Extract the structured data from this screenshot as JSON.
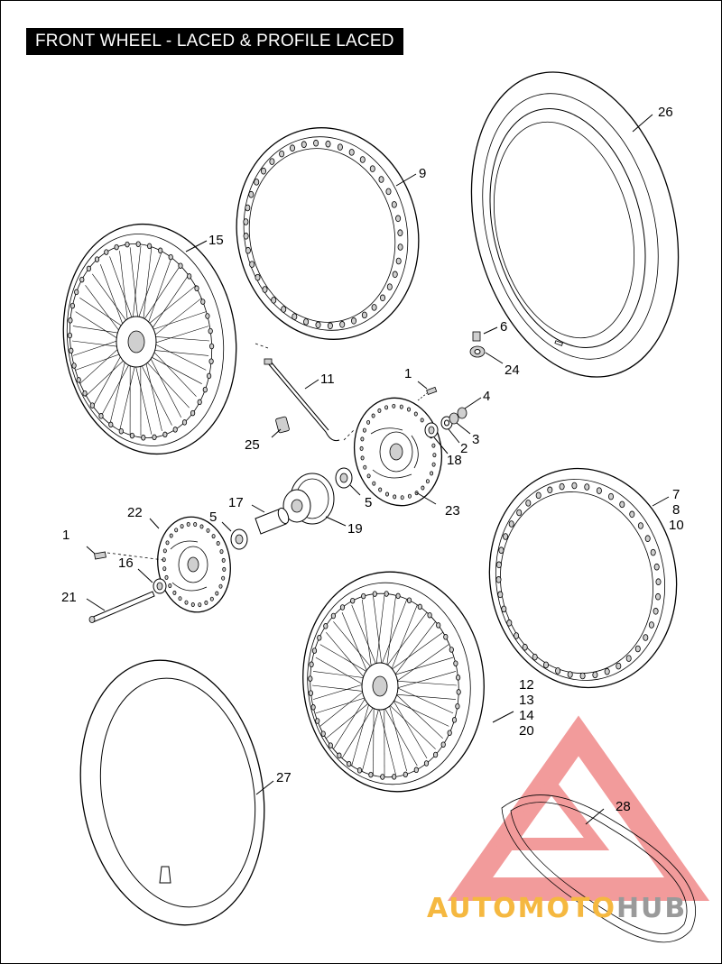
{
  "title": "FRONT WHEEL - LACED & PROFILE LACED",
  "labels": [
    {
      "id": "26",
      "text": "26"
    },
    {
      "id": "9",
      "text": "9"
    },
    {
      "id": "15",
      "text": "15"
    },
    {
      "id": "6",
      "text": "6"
    },
    {
      "id": "24",
      "text": "24"
    },
    {
      "id": "11",
      "text": "11"
    },
    {
      "id": "1a",
      "text": "1"
    },
    {
      "id": "4",
      "text": "4"
    },
    {
      "id": "3",
      "text": "3"
    },
    {
      "id": "2",
      "text": "2"
    },
    {
      "id": "18",
      "text": "18"
    },
    {
      "id": "25",
      "text": "25"
    },
    {
      "id": "5a",
      "text": "5"
    },
    {
      "id": "23",
      "text": "23"
    },
    {
      "id": "17",
      "text": "17"
    },
    {
      "id": "19",
      "text": "19"
    },
    {
      "id": "22",
      "text": "22"
    },
    {
      "id": "5b",
      "text": "5"
    },
    {
      "id": "7",
      "text": "7"
    },
    {
      "id": "8",
      "text": "8"
    },
    {
      "id": "10",
      "text": "10"
    },
    {
      "id": "1b",
      "text": "1"
    },
    {
      "id": "16",
      "text": "16"
    },
    {
      "id": "21",
      "text": "21"
    },
    {
      "id": "12",
      "text": "12"
    },
    {
      "id": "13",
      "text": "13"
    },
    {
      "id": "14",
      "text": "14"
    },
    {
      "id": "20",
      "text": "20"
    },
    {
      "id": "27",
      "text": "27"
    },
    {
      "id": "28",
      "text": "28"
    }
  ],
  "watermark": {
    "part1": "AUTOMOTO",
    "part2": "HUB",
    "color_primary": "#f08a8a",
    "color_accent": "#f5b840",
    "color_secondary": "#9a9a9a"
  }
}
